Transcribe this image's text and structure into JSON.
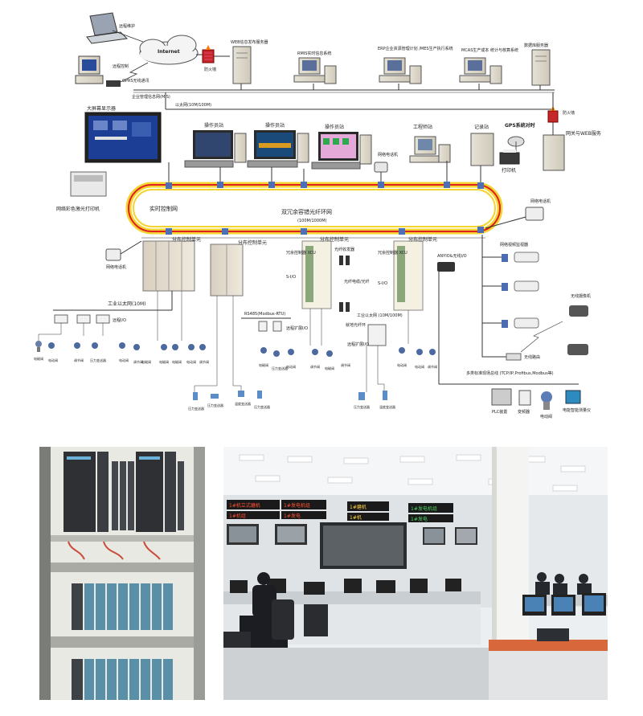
{
  "network": {
    "remote_maintenance": "远程维护",
    "remote_control": "远程控制",
    "internet": "Internet",
    "gprs": "GPRS无线通讯",
    "firewall_top": "防火墙",
    "web_server": "WEB信息发布服务器",
    "rmis": "RMIS实时信息系统",
    "erp": "ERP企业资源管理计划 /MES生产执行系统",
    "mcas": "MCAS生产成本 统计与核算系统",
    "db_server": "数据库服务器",
    "mis_net": "企业管理信息网(MIS)",
    "ethernet": "以太网(10M/100M)",
    "big_screen": "大屏幕显示器",
    "op_station_1": "操作员站",
    "op_station_2": "操作员站",
    "op_station_3": "操作员站",
    "eng_station": "工程师站",
    "network_phone_top": "网络电话机",
    "historian": "记录站",
    "gps": "GPS系统对时",
    "printer": "打印机",
    "firewall_right": "防火墙",
    "gateway": "网关与WEB服务",
    "color_printer": "网络彩色激光打印机",
    "realtime_net": "实时控制网",
    "ring_title": "双冗余容错光纤环网",
    "ring_speed": "(100M/1000M)",
    "network_phone_right": "网络电话机",
    "dcu_1": "分布控制单元",
    "dcu_2": "分布控制单元",
    "dcu_3": "分布控制单元",
    "dcu_4": "分布控制单元",
    "network_phone_left": "网络电话机",
    "video_monitor": "网络视频监视器",
    "industrial_ethernet": "工业以太网(10M)",
    "remote_io_1": "远程I/O",
    "rs485": "RS485(Modbus-RTU)",
    "remote_io_2": "远程扩展I/O",
    "redundant_ctrl_1": "冗余控制器 XCU",
    "s_io_1": "S-I/O",
    "fiber_transceiver": "光纤收发器",
    "fiber_cable": "光纤电缆/光纤",
    "onsite_fiber": "就地光纤环",
    "industrial_ethernet_2": "工业以太网 (10M/100M)",
    "remote_io_3": "远程扩展I/O",
    "redundant_ctrl_2": "冗余控制器 XCU",
    "s_io_2": "S-I/O",
    "anyio": "ANYIO&无线I/O",
    "wireless_cam": "无线摄像机",
    "wireless_router": "无线路由",
    "fieldbus": "多类标准现场总线 (TCP/IP,Profibus,Modbus等)",
    "plc": "PLC装置",
    "inverter": "变频器",
    "electric_valve": "电动阀",
    "power_meter": "电能智能测量仪"
  },
  "field_devices": {
    "d01": "电磁阀",
    "d02": "电动阀",
    "d03": "调节阀",
    "d04": "压力变送器",
    "d05": "电动阀",
    "d06": "调节阀",
    "d07": "电磁阀",
    "d08": "电磁阀",
    "d09": "电动阀",
    "d10": "调节阀",
    "d11": "电磁阀",
    "d12": "压力变送器",
    "d13": "电动阀",
    "d14": "调节阀",
    "d15": "电磁阀",
    "d16": "电动阀",
    "d17": "电动阀",
    "d18": "调节阀",
    "d19": "电磁阀",
    "d20": "调节阀",
    "t1": "压力变送器",
    "t2": "压力变送器",
    "t3": "温度变送器",
    "t4": "压力变送器",
    "t5": "压力变送器",
    "t6": "温度变送器"
  },
  "control_room": {
    "led_1": "1#机立式磨机",
    "led_2": "1#发电机组",
    "led_3": "1#磨机",
    "led_4": "1#发电机组",
    "led_5": "1#机组",
    "led_6": "1#发电",
    "led_7": "1#机",
    "led_8": "1#发电"
  },
  "colors": {
    "ring_red": "#e02020",
    "ring_yellow": "#f3d431",
    "line_blue": "#3a5fa8",
    "screen_blue": "#0b2d7a"
  }
}
